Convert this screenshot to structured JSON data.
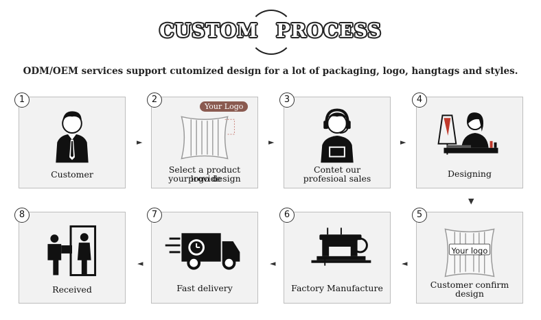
{
  "header": {
    "title_part1": "CUSTOM",
    "title_part2": "PROCESS",
    "subtitle": "ODM/OEM services support cutomized design for a lot of packaging, logo, hangtags and styles."
  },
  "steps": [
    {
      "number": "1",
      "label": "Customer"
    },
    {
      "number": "2",
      "label_line1": "Select a product provide",
      "label_line2": "your logo design",
      "tag": "Your Logo"
    },
    {
      "number": "3",
      "label_line1": "Contet our",
      "label_line2": "profesioal sales"
    },
    {
      "number": "4",
      "label": "Designing"
    },
    {
      "number": "5",
      "label_line1": "Customer confirm",
      "label_line2": "design",
      "tag": "Your logo"
    },
    {
      "number": "6",
      "label": "Factory Manufacture"
    },
    {
      "number": "7",
      "label": "Fast delivery"
    },
    {
      "number": "8",
      "label": "Received"
    }
  ],
  "arrows": {
    "right": "►",
    "left": "◄",
    "down": "▼"
  },
  "icons": [
    "person-icon",
    "corset-icon",
    "headset-agent-icon",
    "designer-icon",
    "corset-icon",
    "sewing-machine-icon",
    "delivery-truck-icon",
    "delivery-handover-icon"
  ],
  "colors": {
    "card_bg": "#f2f2f2",
    "card_border": "#bdbdbd",
    "logo_tag": "#8a5a50"
  }
}
